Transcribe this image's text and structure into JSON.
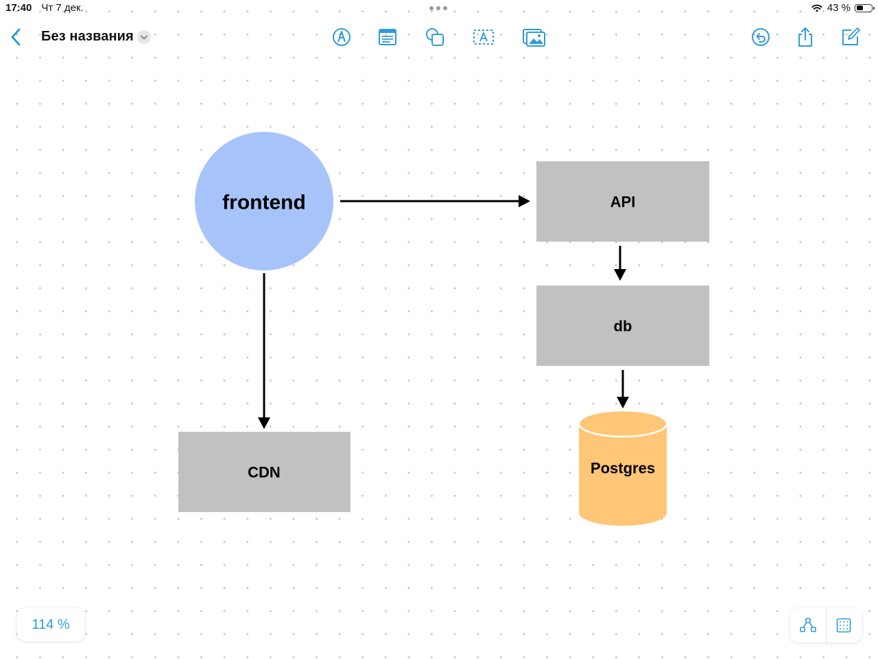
{
  "status": {
    "time": "17:40",
    "date": "Чт 7 дек.",
    "battery": "43 %",
    "battery_level": 0.43
  },
  "header": {
    "title": "Без названия",
    "tools": [
      "pen-icon",
      "note-icon",
      "shapes-icon",
      "text-box-icon",
      "media-icon"
    ],
    "right_tools": [
      "undo-icon",
      "share-icon",
      "new-board-icon"
    ]
  },
  "colors": {
    "accent": "#2e9bd6",
    "frontend_fill": "#a6c4fa",
    "box_fill": "#c1c1c1",
    "postgres_fill": "#fec676"
  },
  "diagram": {
    "nodes": {
      "frontend": "frontend",
      "api": "API",
      "db": "db",
      "cdn": "CDN",
      "postgres": "Postgres"
    }
  },
  "zoom": {
    "label": "114 %"
  }
}
